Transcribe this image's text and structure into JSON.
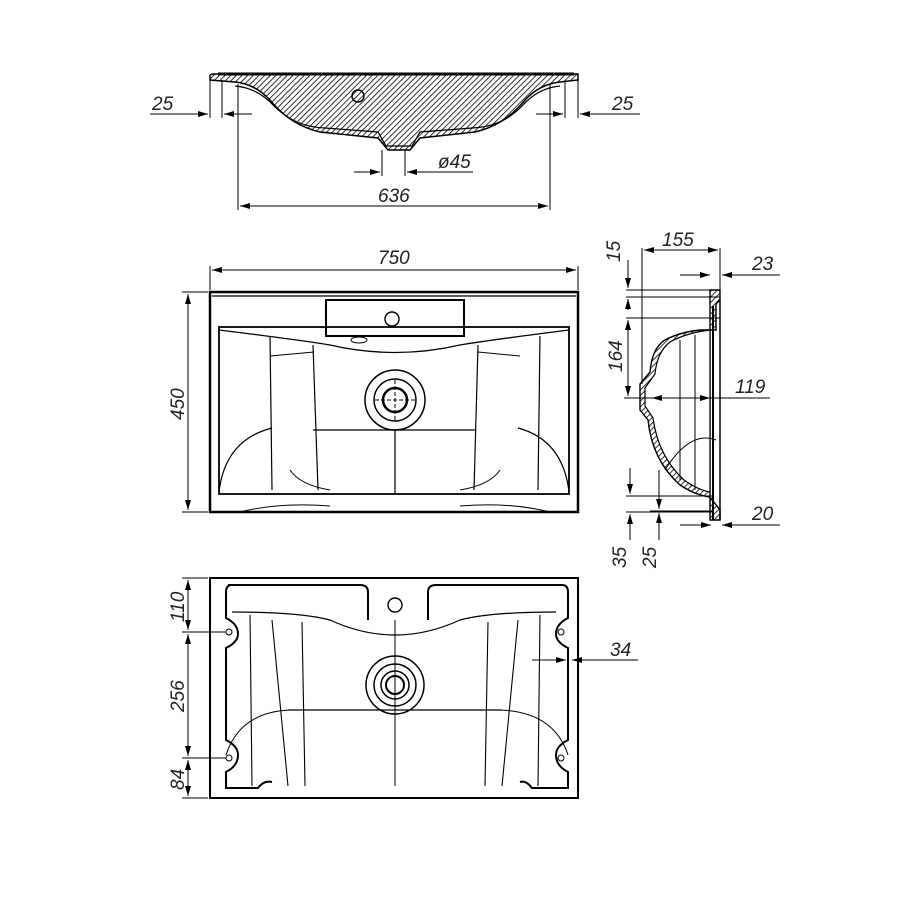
{
  "drawing": {
    "subject": "Washbasin technical drawing",
    "units": "mm",
    "views": {
      "section": {
        "dims": {
          "flange_left": "25",
          "flange_right": "25",
          "drain_diameter": "ø45",
          "bowl_width": "636"
        }
      },
      "top": {
        "dims": {
          "width": "750",
          "depth": "450"
        }
      },
      "side": {
        "dims": {
          "top_offset": "15",
          "depth_total": "155",
          "rim_thickness": "23",
          "bowl_height": "164",
          "bowl_depth": "119",
          "back_thickness": "20",
          "bottom_a": "35",
          "bottom_b": "25"
        }
      },
      "bottom": {
        "dims": {
          "front_to_mount": "110",
          "mount_spacing": "256",
          "rear_to_mount": "84",
          "side_offset": "34"
        }
      }
    }
  },
  "colors": {
    "line": "#000000",
    "text": "#222222",
    "background": "#ffffff"
  }
}
